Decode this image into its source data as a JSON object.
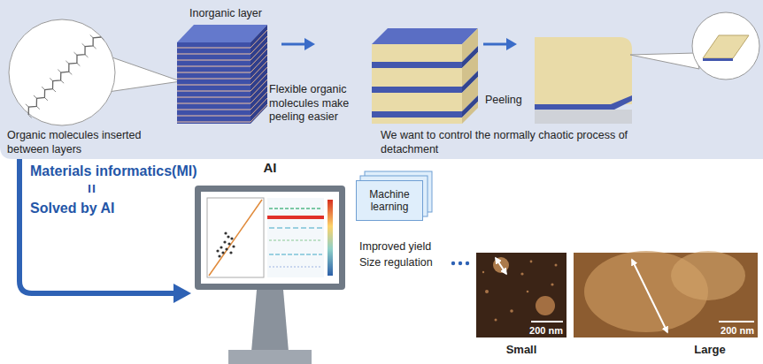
{
  "diagram": {
    "nodes": [
      {
        "text": [
          "AI"
        ]
      },
      {
        "text": [
          "Machine learning"
        ]
      },
      {
        "text": [
          "200 nm",
          "Small"
        ]
      },
      {
        "text": [
          "200 nm",
          "Large"
        ]
      }
    ],
    "labels": [
      "Inorganic layer",
      "Organic molecules inserted between layers",
      "Flexible organic molecules make peeling easier",
      "Peeling",
      "We want to control the normally chaotic process of detachment",
      "Materials informatics(MI)",
      "=",
      "Solved by AI",
      "Improved yield",
      "Size regulation"
    ]
  }
}
